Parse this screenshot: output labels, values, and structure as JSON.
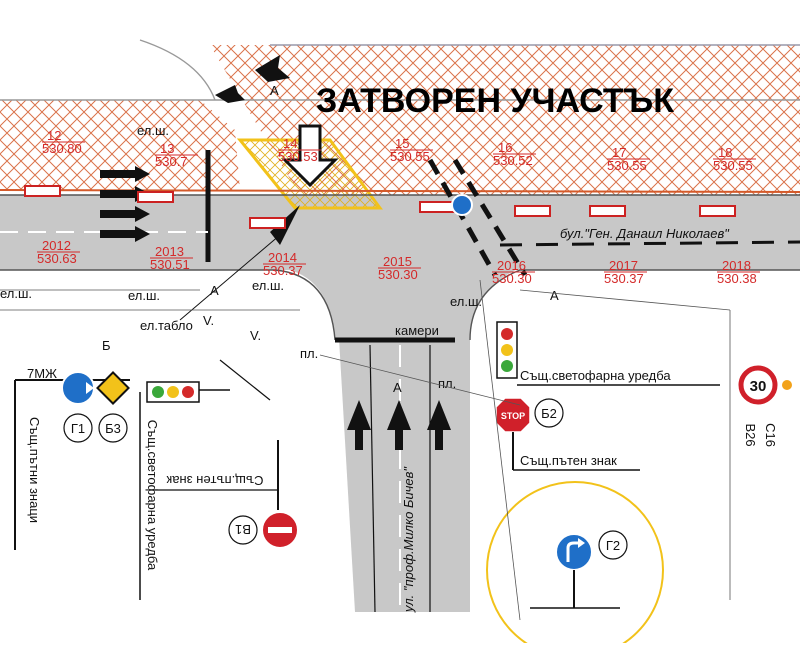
{
  "title": "ЗАТВОРЕН УЧАСТЪК",
  "streets": {
    "main": "бул.\"Ген. Данаил Николаев\"",
    "side": "ул. \"проф.Милко Бичев\""
  },
  "points": [
    {
      "num": "12",
      "elev": "530.80"
    },
    {
      "num": "13",
      "elev": "530.7"
    },
    {
      "num": "14",
      "elev": "530.53"
    },
    {
      "num": "15",
      "elev": "530.55"
    },
    {
      "num": "16",
      "elev": "530.52"
    },
    {
      "num": "17",
      "elev": "530.55"
    },
    {
      "num": "18",
      "elev": "530.55"
    },
    {
      "num": "2012",
      "elev": "530.63"
    },
    {
      "num": "2013",
      "elev": "530.51"
    },
    {
      "num": "2014",
      "elev": "530.37"
    },
    {
      "num": "2015",
      "elev": "530.30"
    },
    {
      "num": "2016",
      "elev": "530.30"
    },
    {
      "num": "2017",
      "elev": "530.37"
    },
    {
      "num": "2018",
      "elev": "530.38"
    }
  ],
  "labels": {
    "el_sh": "ел.ш.",
    "el_tablo": "ел.табло",
    "pl": "пл.",
    "kameri": "камери",
    "a": "А",
    "b": "Б",
    "v": "V.",
    "mzh": "7МЖ"
  },
  "signs": {
    "g1": "Г1",
    "b3": "Б3",
    "b1": "В1",
    "b2": "Б2",
    "g2": "Г2",
    "stop": "STOP",
    "c16": "С16",
    "b26": "В26",
    "speed": "30"
  },
  "legend": {
    "traffic_light_right": "Същ.светофарна уредба",
    "road_sign_right": "Същ.пътен знак",
    "road_signs_left": "Същ.пътни знаци",
    "traffic_light_left": "Същ.светофарна уредба",
    "road_sign_left": "Същ.пътен знак"
  },
  "colors": {
    "road": "#c8c8c8",
    "hatch": "#d45a2a",
    "elevation": "#d42a2a",
    "highlight": "#f2d22a",
    "sign_blue": "#1f6fc8",
    "sign_red": "#d0202a"
  }
}
